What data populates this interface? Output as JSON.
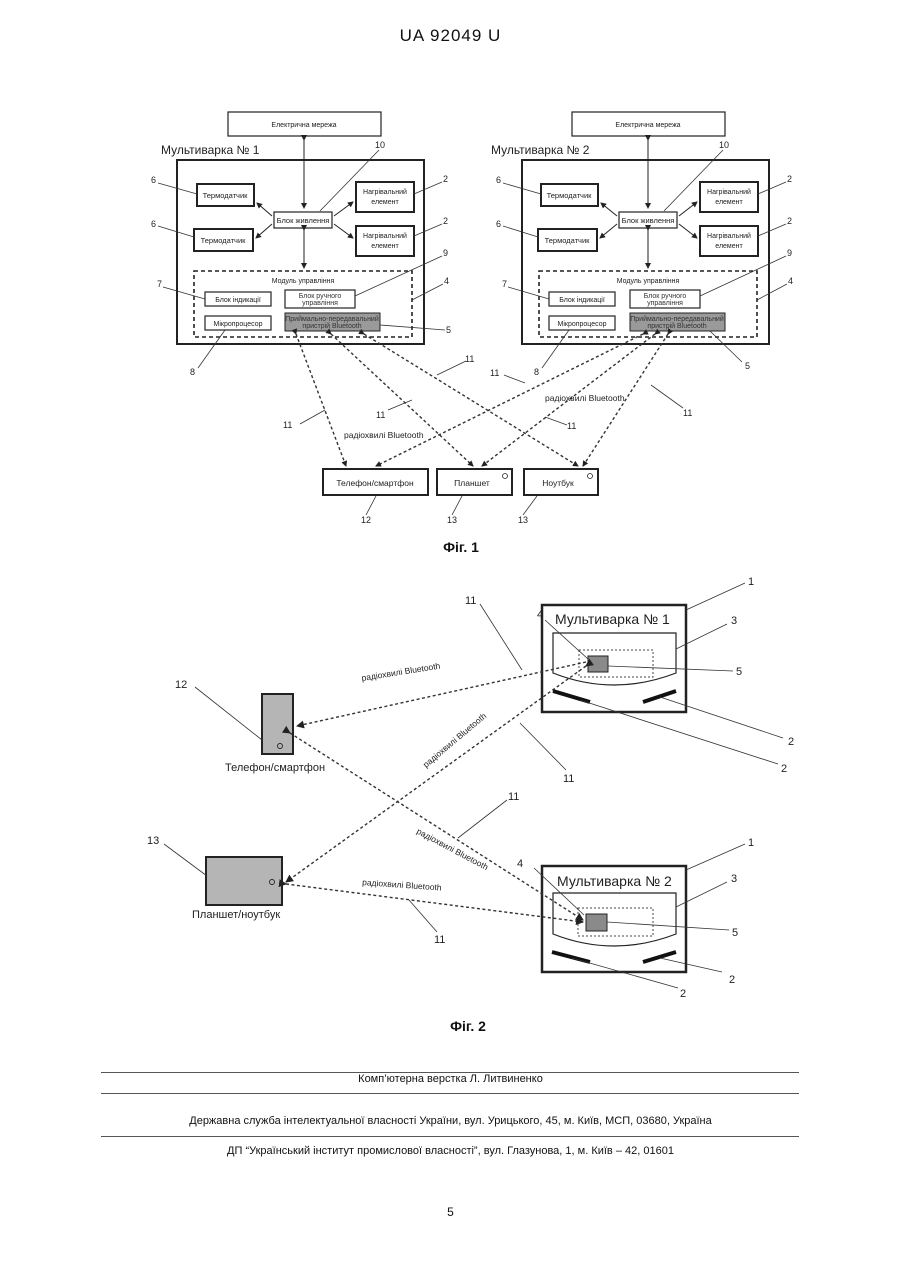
{
  "header": {
    "doc_number": "UA   92049   U"
  },
  "fig1": {
    "caption": "Фіг. 1",
    "power_grid": "Електрична мережа",
    "cooker1_title": "Мультиварка № 1",
    "cooker2_title": "Мультиварка № 2",
    "thermo_sensor": "Термодатчик",
    "power_unit": "Блок живлення",
    "heater": [
      "Нагрівальний",
      "елемент"
    ],
    "control_module": "Модуль управління",
    "indication_unit": "Блок індикації",
    "manual_unit": [
      "Блок ручного",
      "управління"
    ],
    "microprocessor": "Мікропроцесор",
    "bt_unit": [
      "Приймально-передавальний",
      "пристрій Bluetooth"
    ],
    "phone": "Телефон/смартфон",
    "tablet": "Планшет",
    "laptop": "Ноутбук",
    "radio_label": "радіохвилі Bluetooth",
    "refs": {
      "r10": "10",
      "r6": "6",
      "r2": "2",
      "r9": "9",
      "r7": "7",
      "r4": "4",
      "r5": "5",
      "r8": "8",
      "r11": "11",
      "r12": "12",
      "r13": "13"
    }
  },
  "fig2": {
    "caption": "Фіг. 2",
    "cooker1_title": "Мультиварка № 1",
    "cooker2_title": "Мультиварка № 2",
    "phone": "Телефон/смартфон",
    "tablet_laptop": "Планшет/ноутбук",
    "radio_label": "радіохвилі Bluetooth",
    "refs": {
      "r1": "1",
      "r2": "2",
      "r3": "3",
      "r4": "4",
      "r5": "5",
      "r11": "11",
      "r12": "12",
      "r13": "13"
    }
  },
  "footer": {
    "layout": "Комп’ютерна верстка Л. Литвиненко",
    "agency": "Державна служба інтелектуальної власності України, вул. Урицького, 45, м. Київ, МСП, 03680, Україна",
    "institute": "ДП “Український інститут промислової власності”, вул. Глазунова, 1, м. Київ – 42, 01601",
    "page_number": "5"
  }
}
